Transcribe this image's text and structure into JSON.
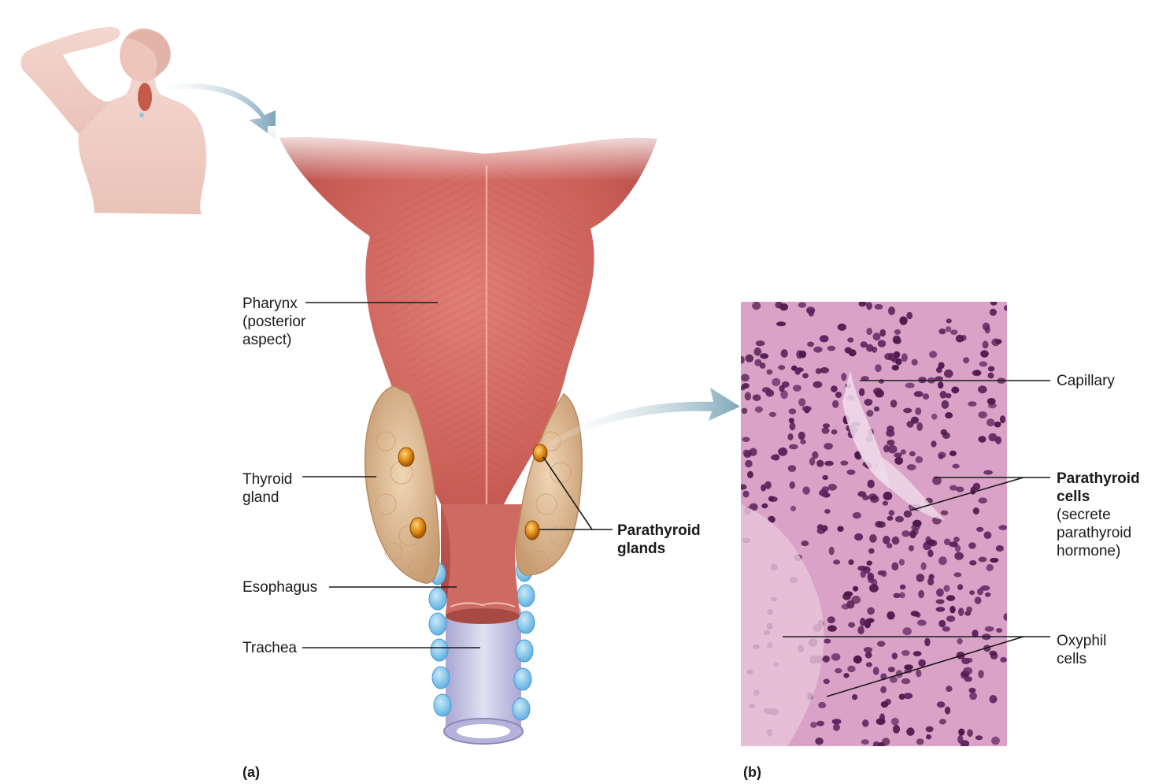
{
  "panel_a": {
    "letter": "(a)",
    "labels": {
      "pharynx": [
        "Pharynx",
        "(posterior",
        "aspect)"
      ],
      "thyroid": [
        "Thyroid",
        "gland"
      ],
      "esophagus": "Esophagus",
      "trachea": "Trachea",
      "parathyroid_glands": [
        "Parathyroid",
        "glands"
      ]
    }
  },
  "panel_b": {
    "letter": "(b)",
    "labels": {
      "capillary": "Capillary",
      "parathyroid_cells_title": [
        "Parathyroid",
        "cells"
      ],
      "parathyroid_cells_note": [
        "(secrete",
        "parathyroid",
        "hormone)"
      ],
      "oxyphil_cells": [
        "Oxyphil",
        "cells"
      ]
    }
  },
  "colors": {
    "skin": "#f1cfc6",
    "muscle": "#c9605a",
    "thyroid": "#dcb58f",
    "parathyroid": "#d88a1c",
    "trachea": "#c8c6e4",
    "cartilage": "#86c5ea",
    "arrow": "#8fb2c4",
    "histology_bg": "#d79ac0",
    "nucleus": "#4e1a4e"
  }
}
